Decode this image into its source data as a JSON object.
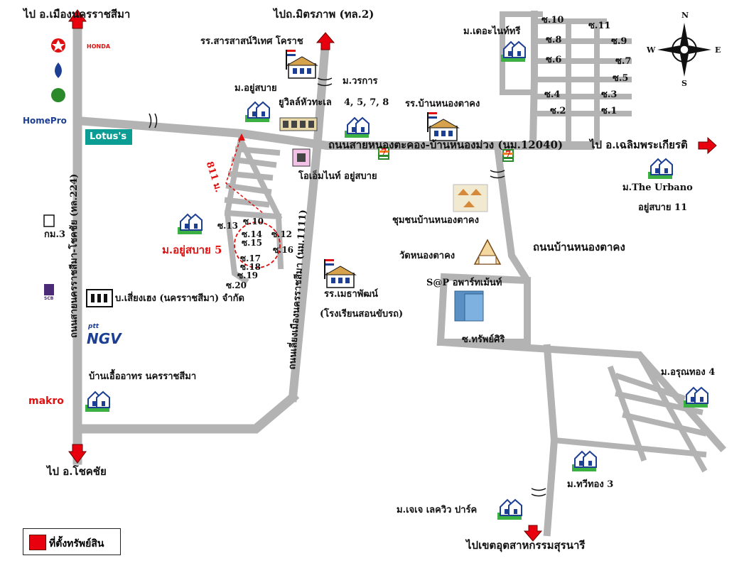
{
  "labels": {
    "to_mueang": "ไป อ.เมืองนครราชสีมา",
    "to_mittraphap": "ไปถ.มิตรภาพ (ทล.2)",
    "to_chokchai": "ไป อ.โชคชัย",
    "to_chaloem": "ไป อ.เฉลิมพระเกียรติ",
    "to_industrial": "ไปเขตอุตสาหกรรมสุรนารี",
    "school_saraswat": "รร.สารสาสน์วิเทศ โคราช",
    "mu_worakan": "ม.วรการ",
    "mu_yusabai": "ม.อยู่สบาย",
    "eurovill": "ยูวิลล์หัวทะเล",
    "eurovill_nums": "4, 5, 7, 8",
    "school_nongtakhong": "รร.บ้านหนองตาคง",
    "main_road": "ถนนสายหนองตะคอง-บ้านหนองม่วง (นม.12040)",
    "mu_the_nine": "ม.เดอะไนท์ทรี",
    "mu_urbano": "ม.The Urbano",
    "yusabai_11": "อยู่สบาย 11",
    "atm": "โอเอ็มไนท์ อยู่สบาย",
    "distance": "811 ม.",
    "community": "ชุมชนบ้านหนองตาคง",
    "road_nongtakhong": "ถนนบ้านหนองตาคง",
    "wat": "วัดหนองตาคง",
    "sp_apartment": "S@P อพาร์ทเม้นท์",
    "soi_sap": "ซ.ทรัพย์ศิริ",
    "mu_yusabai5": "ม.อยู่สบาย 5",
    "km3": "กม.3",
    "school_mettha": "รร.เมธาพัฒน์",
    "school_mettha_sub": "(โรงเรียนสอนขับรถ)",
    "company": "บ.เสี่ยงเฮง (นครราชสีมา) จำกัด",
    "ban_ua": "บ้านเอื้ออาทร นครราชสีมา",
    "mu_arunthong": "ม.อรุณทอง 4",
    "mu_thawithong": "ม.ทวีทอง 3",
    "mu_jj": "ม.เจเจ เลควิว ปาร์ค",
    "road_224": "ถนนสายนครราชสีมา-โชคชัย (ทล.224)",
    "road_1111": "ถนนเลี่ยงเมืองนครราชสีมา (นม.1111)",
    "brand_homepro": "HomePro",
    "brand_lotus": "Lotus's",
    "brand_makro": "makro",
    "brand_ngv": "NGV",
    "brand_ptt": "ptt",
    "brand_scb": "SCB",
    "brand_honda": "HONDA",
    "brand_711": "7"
  },
  "sois_east": [
    "ซ.10",
    "ซ.11",
    "ซ.8",
    "ซ.9",
    "ซ.6",
    "ซ.7",
    "ซ.5",
    "ซ.4",
    "ซ.3",
    "ซ.2",
    "ซ.1"
  ],
  "sois_west": [
    "ซ.13",
    "ซ.10",
    "ซ.14",
    "ซ.12",
    "ซ.15",
    "ซ.16",
    "ซ.17",
    "ซ.18",
    "ซ.19",
    "ซ.20"
  ],
  "compass": {
    "n": "N",
    "s": "S",
    "e": "E",
    "w": "W"
  },
  "legend": {
    "label": "ที่ตั้งทรัพย์สิน"
  },
  "colors": {
    "road": "#b3b3b3",
    "arrow": "#e8000f",
    "property": "#e01010",
    "grass": "#3cb043"
  }
}
